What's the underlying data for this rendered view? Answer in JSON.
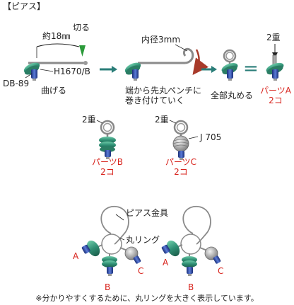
{
  "title": "【ピアス】",
  "step1": {
    "length": "約18㎜",
    "cut": "切る",
    "part_code": "H1670/B",
    "bead_code": "DB-89",
    "bend": "曲げる"
  },
  "step2": {
    "inner_diameter": "内径3mm",
    "instruction_line1": "端から先丸ペンチに",
    "instruction_line2": "巻き付けていく"
  },
  "step3": {
    "instruction": "全部丸める"
  },
  "equals": "=",
  "part_a": {
    "layers": "2重",
    "name": "パーツA",
    "count": "2コ"
  },
  "part_b": {
    "layers": "2重",
    "name": "パーツB",
    "count": "2コ"
  },
  "part_c": {
    "layers": "2重",
    "code": "J 705",
    "name": "パーツC",
    "count": "2コ"
  },
  "assembly": {
    "earring_hook": "ピアス金具",
    "jump_ring": "丸リング",
    "left_labels": [
      "A",
      "B",
      "C"
    ],
    "right_labels": [
      "A",
      "B",
      "C"
    ]
  },
  "footnote": "※分かりやすくするために、丸リングを大きく表示しています。",
  "colors": {
    "bead_green": "#2f8f74",
    "bead_blue": "#2b4aa3",
    "wire": "#8a8a8a",
    "arrow_teal": "#2a7d78",
    "cut_marker": "#2b9a3a",
    "curl_arrow": "#a83a2a",
    "label_red": "#d8231c"
  }
}
